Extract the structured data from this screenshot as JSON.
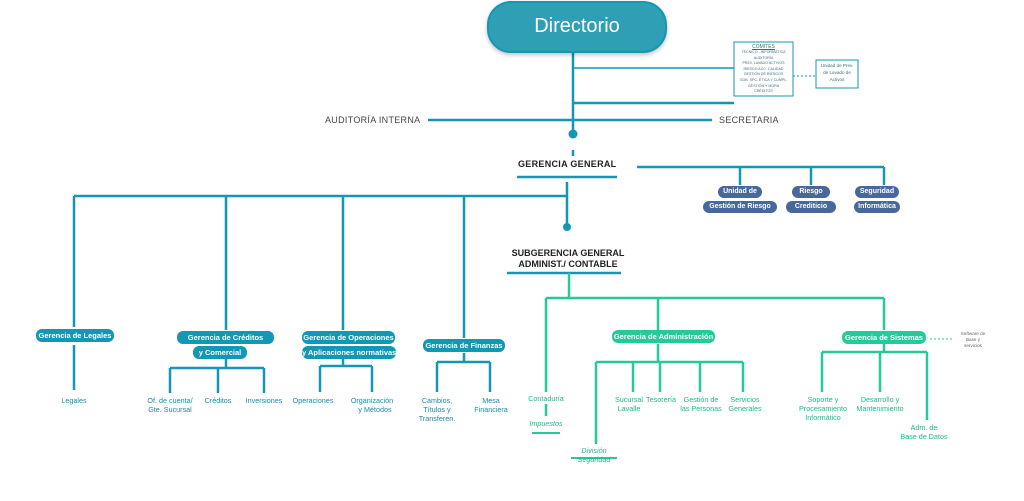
{
  "top": "Directorio",
  "comites": {
    "title": "COMITES",
    "items": [
      "TÉCNICO - INFORMÁTICA",
      "AUDITORÍA",
      "PREV. LAVADO ACTIVOS",
      "RIESGO ACC. CALIDAD",
      "GESTIÓN DE RIESGOS",
      "GOB. SPC. ÉTICA Y CUMPL.",
      "GESTIÓN Y MORA",
      "CRÉDITOS"
    ]
  },
  "uif": [
    "Unidad de Prev.",
    "de Lavado de",
    "Activos"
  ],
  "auditoria": "AUDITORÍA INTERNA",
  "secretaria": "SECRETARIA",
  "gerencia_general": "GERENCIA GENERAL",
  "staff": [
    {
      "lines": [
        "Unidad de",
        "Gestión de Riesgo"
      ]
    },
    {
      "lines": [
        "Riesgo",
        "Crediticio"
      ]
    },
    {
      "lines": [
        "Seguridad",
        "Informática"
      ]
    }
  ],
  "subgerencia": [
    "SUBGERENCIA GENERAL",
    "ADMINIST./ CONTABLE"
  ],
  "left_managers": {
    "legales": "Gerencia de Legales",
    "creditos": [
      "Gerencia  de Créditos",
      "y Comercial"
    ],
    "operaciones": [
      "Gerencia de Operaciones",
      "y Aplicaciones normativas"
    ],
    "finanzas": "Gerencia de Finanzas"
  },
  "left_leaves": {
    "legales": "Legales",
    "of_cuenta": [
      "Of. de cuenta/",
      "Gte. Sucursal"
    ],
    "creditos": "Créditos",
    "inversiones": "Inversiones",
    "operaciones": "Operaciones",
    "organizacion": [
      "Organización",
      "y Métodos"
    ],
    "cambios": [
      "Cambios,",
      "Títulos y",
      "Transferen."
    ],
    "mesa": [
      "Mesa",
      "Financiera"
    ]
  },
  "right": {
    "contaduria": "Contaduría",
    "impuestos": "Impuestos",
    "division": [
      "División",
      "Seguridad"
    ],
    "administracion": "Gerencia de Administración",
    "sucursal": [
      "Sucursal",
      "Lavalle"
    ],
    "tesoreria": "Tesorería",
    "personas": [
      "Gestión de",
      "las Personas"
    ],
    "servicios": [
      "Servicios",
      "Generales"
    ],
    "sistemas": "Gerencia de Sistemas",
    "software": [
      "Software de",
      "Base y",
      "servicios"
    ],
    "soporte": [
      "Soporte y",
      "Procesamiento",
      "Informático"
    ],
    "desarrollo": [
      "Desarrollo y",
      "Mantenimiento"
    ],
    "adm_bd": [
      "Adm. de",
      "Base de Datos"
    ]
  }
}
